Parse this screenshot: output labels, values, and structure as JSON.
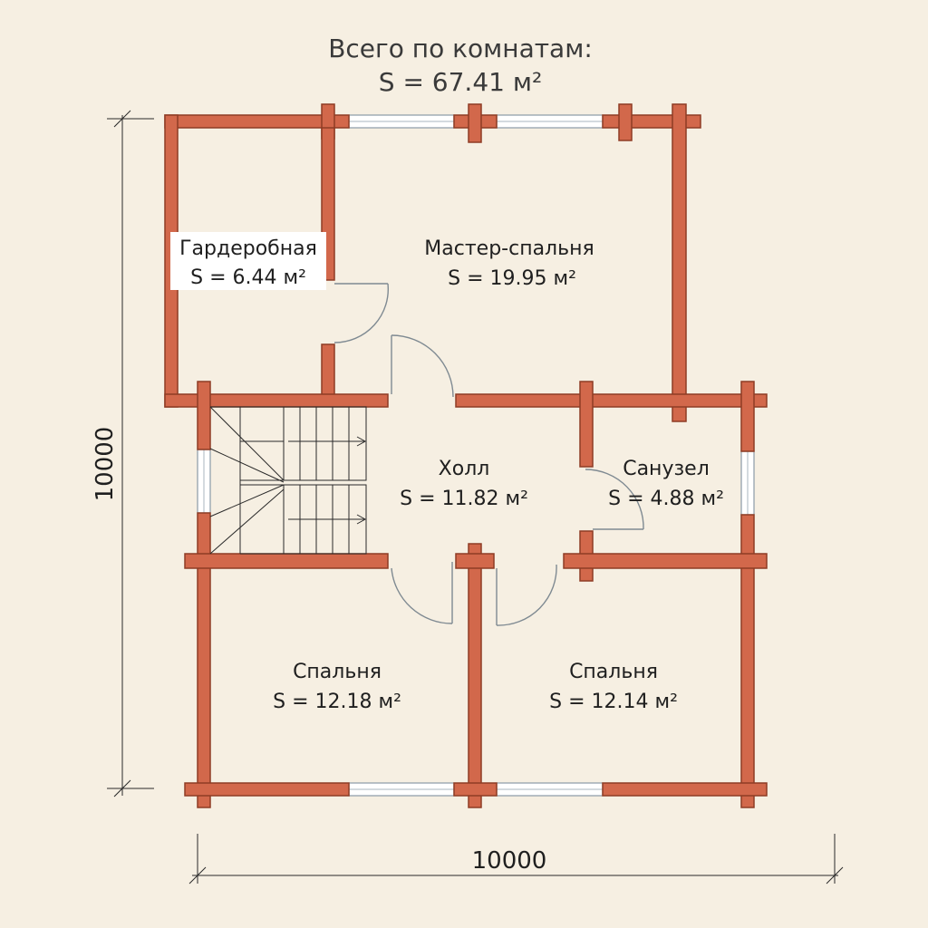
{
  "title": {
    "line1": "Всего по комнатам:",
    "line2": "S = 67.41 м²"
  },
  "rooms": [
    {
      "id": "wardrobe",
      "name": "Гардеробная",
      "area": "S = 6.44 м²"
    },
    {
      "id": "master",
      "name": "Мастер-спальня",
      "area": "S = 19.95 м²"
    },
    {
      "id": "hall",
      "name": "Холл",
      "area": "S = 11.82 м²"
    },
    {
      "id": "bathroom",
      "name": "Санузел",
      "area": "S = 4.88 м²"
    },
    {
      "id": "bedroom-left",
      "name": "Спальня",
      "area": "S = 12.18 м²"
    },
    {
      "id": "bedroom-right",
      "name": "Спальня",
      "area": "S = 12.14 м²"
    }
  ],
  "dimensions": {
    "height": "10000",
    "width": "10000"
  },
  "colors": {
    "background": "#f6efe2",
    "wall": "#d2684b",
    "wall_outline": "#8e3c25"
  }
}
